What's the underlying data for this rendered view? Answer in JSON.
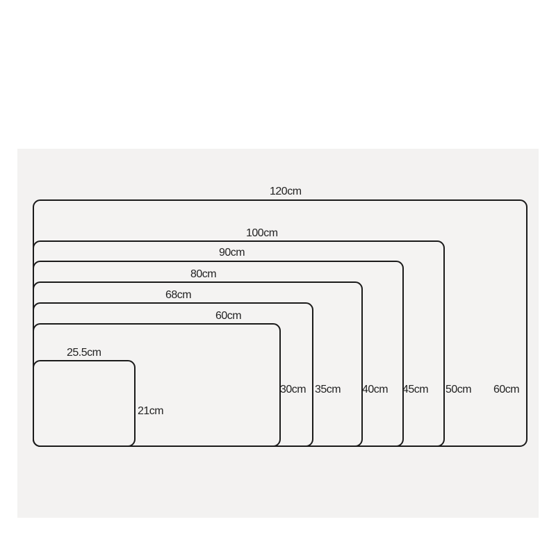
{
  "sizes": {
    "s120": {
      "width": "120cm",
      "height": "60cm"
    },
    "s100": {
      "width": "100cm",
      "height": "50cm"
    },
    "s90": {
      "width": "90cm",
      "height": "45cm"
    },
    "s80": {
      "width": "80cm",
      "height": "40cm"
    },
    "s68": {
      "width": "68cm",
      "height": "35cm"
    },
    "s60": {
      "width": "60cm",
      "height": "30cm"
    },
    "s25": {
      "width": "25.5cm",
      "height": "21cm"
    }
  },
  "colors": {
    "outline": "#1a1a1a",
    "panel": "#f3f2f1",
    "text": "#222222"
  }
}
